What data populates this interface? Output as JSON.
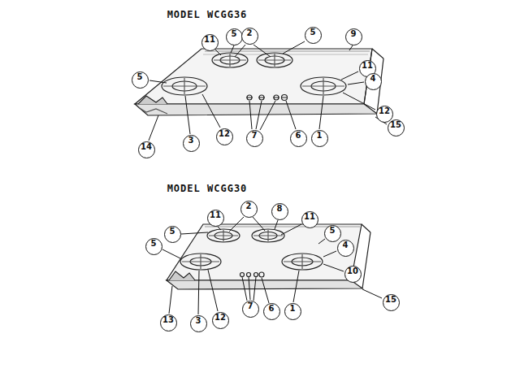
{
  "diagram": {
    "labels": [
      "MODEL WCGG36",
      "11",
      "5",
      "2",
      "5",
      "9",
      "11",
      "5",
      "4",
      "12",
      "15",
      "14",
      "3",
      "12",
      "7",
      "6",
      "1",
      "MODEL WCGG30",
      "11",
      "2",
      "8",
      "11",
      "5",
      "5",
      "5",
      "4",
      "10",
      "15",
      "13",
      "3",
      "12",
      "7",
      "6",
      "1"
    ]
  }
}
